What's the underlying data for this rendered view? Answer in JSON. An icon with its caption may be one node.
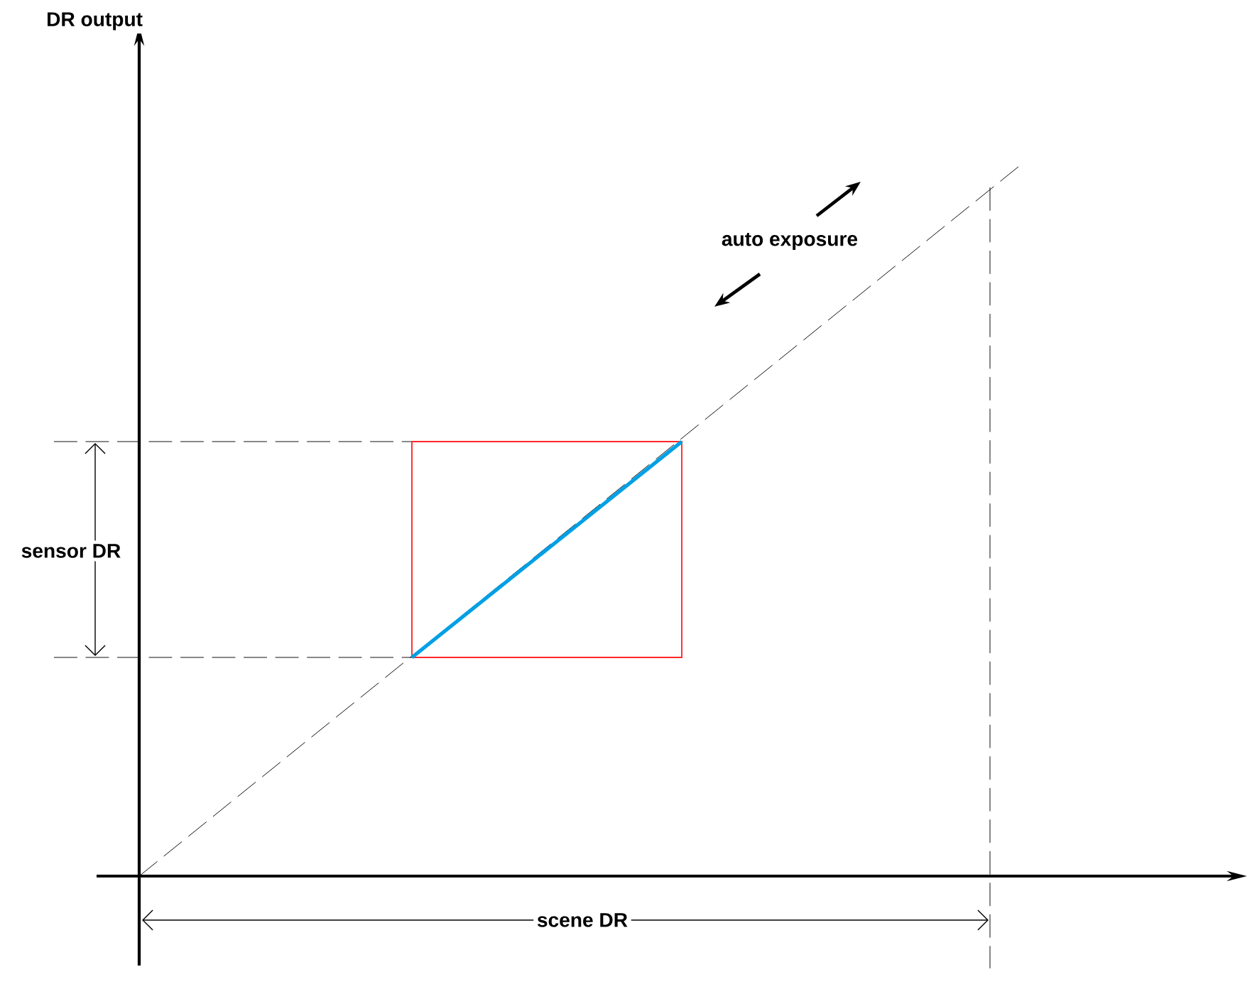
{
  "diagram": {
    "labels": [
      "DR output",
      "auto exposure",
      "sensor DR",
      "scene DR"
    ]
  }
}
